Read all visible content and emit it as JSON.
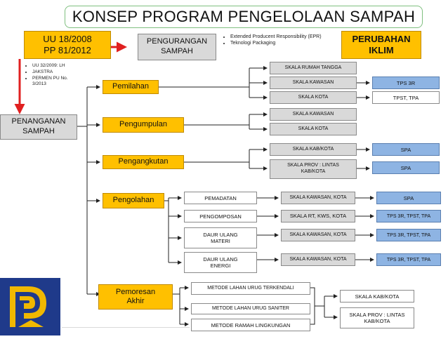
{
  "title": "KONSEP PROGRAM PENGELOLAAN SAMPAH",
  "law_box": {
    "line1": "UU 18/2008",
    "line2": "PP 81/2012"
  },
  "reduction_box": {
    "line1": "PENGURANGAN",
    "line2": "SAMPAH"
  },
  "reduction_notes": [
    "Extended Producent Responsibility (EPR)",
    "Teknologi Packaging"
  ],
  "climate_box": {
    "line1": "PERUBAHAN",
    "line2": "IKLIM"
  },
  "regulation_notes": [
    "UU 32/2009: LH",
    "JAKSTRA",
    "PERMEN PU No. 3/2013"
  ],
  "handling_box": {
    "line1": "PENANGANAN",
    "line2": "SAMPAH"
  },
  "steps": [
    {
      "label": "Pemilahan"
    },
    {
      "label": "Pengumpulan"
    },
    {
      "label": "Pengangkutan"
    },
    {
      "label": "Pengolahan"
    },
    {
      "label": "Pemoresan Akhir"
    }
  ],
  "pemilahan_scales": [
    "SKALA RUMAH TANGGA",
    "SKALA KAWASAN",
    "SKALA KOTA"
  ],
  "pemilahan_outputs": [
    "TPS 3R",
    "TPST, TPA"
  ],
  "pengumpulan_scales": [
    "SKALA KAWASAN",
    "SKALA KOTA"
  ],
  "pengangkutan_scales": [
    "SKALA KAB/KOTA",
    "SKALA PROV : LINTAS KAB/KOTA"
  ],
  "pengangkutan_outputs": [
    "SPA",
    "SPA"
  ],
  "pengolahan_methods": [
    "PEMADATAN",
    "PENGOMPOSAN",
    "DAUR ULANG MATERI",
    "DAUR ULANG ENERGI"
  ],
  "pengolahan_scales": [
    "SKALA KAWASAN, KOTA",
    "SKALA RT, KWS, KOTA",
    "SKALA KAWASAN, KOTA",
    "SKALA KAWASAN, KOTA"
  ],
  "pengolahan_outputs": [
    "SPA",
    "TPS 3R, TPST, TPA",
    "TPS 3R, TPST, TPA",
    "TPS 3R, TPST, TPA"
  ],
  "akhir_methods": [
    "METODE LAHAN URUG TERKENDALI",
    "METODE LAHAN URUG SANITER",
    "METODE RAMAH LINGKUNGAN"
  ],
  "akhir_scales": [
    "SKALA KAB/KOTA",
    "SKALA PROV : LINTAS KAB/KOTA"
  ],
  "colors": {
    "yellow": "#ffc000",
    "grey": "#d9d9d9",
    "blue": "#8eb4e3",
    "red_arrow": "#e02020",
    "logo_blue": "#1f3a8a",
    "logo_gold": "#f0b800"
  },
  "logo": {
    "icon": "ministry-logo-icon"
  }
}
